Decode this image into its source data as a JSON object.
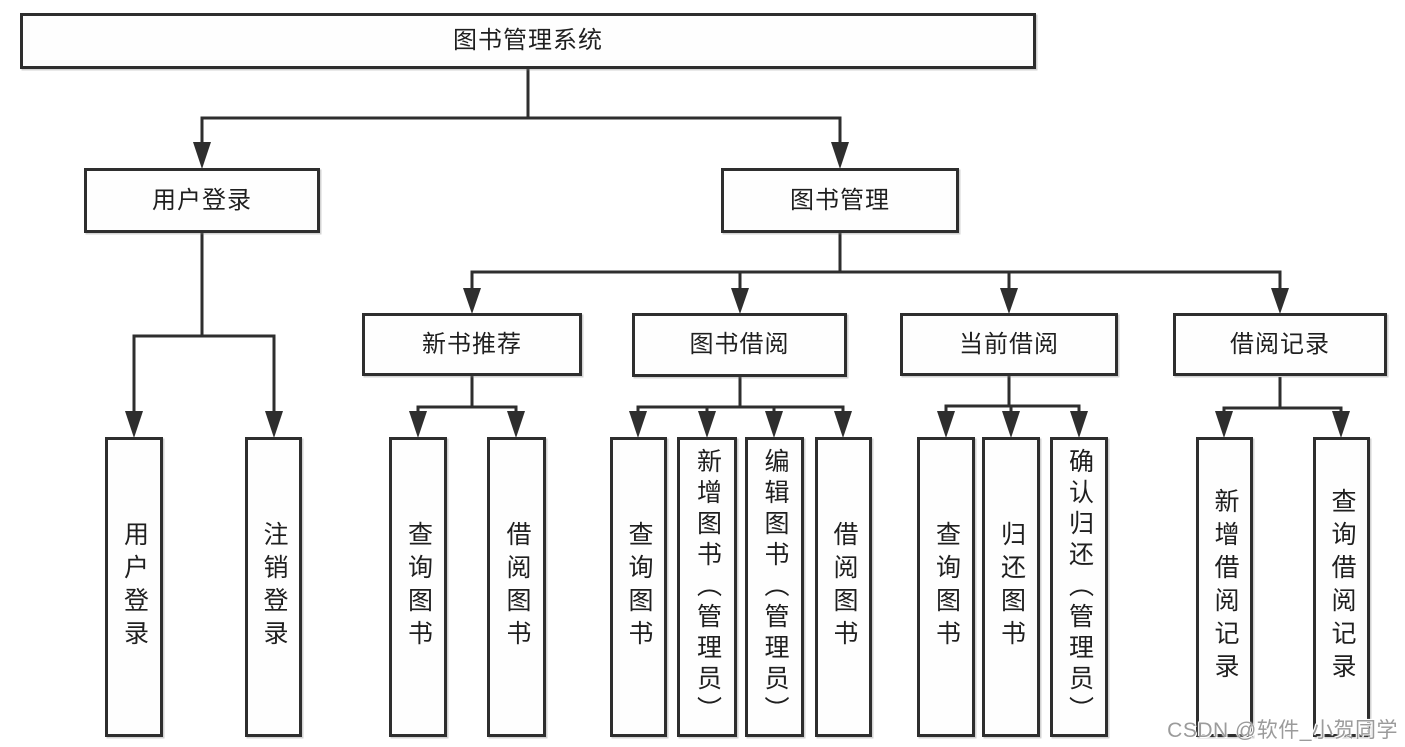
{
  "nodes": {
    "root": "图书管理系统",
    "user_login": "用户登录",
    "book_management": "图书管理",
    "new_book_recommendation": "新书推荐",
    "book_borrowing": "图书借阅",
    "current_borrowing": "当前借阅",
    "borrowing_records": "借阅记录",
    "leaf_user_login": "用户登录",
    "leaf_logout": "注销登录",
    "leaf_recommend_query_books": "查询图书",
    "leaf_recommend_borrow_books": "借阅图书",
    "leaf_borrow_query_books": "查询图书",
    "leaf_borrow_add_books": "新增图书（管理员）",
    "leaf_borrow_edit_books": "编辑图书（管理员）",
    "leaf_borrow_borrow_books": "借阅图书",
    "leaf_current_query_books": "查询图书",
    "leaf_current_return_books": "归还图书",
    "leaf_current_confirm_return": "确认归还（管理员）",
    "leaf_records_add_record": "新增借阅记录",
    "leaf_records_query_record": "查询借阅记录"
  },
  "watermark": "CSDN @软件_小贺同学",
  "colors": {
    "line": "#2e2e2e",
    "box_border": "#2e2e2e",
    "box_background": "#fefefe",
    "text": "#1f1f1f",
    "watermark": "#9b9b9b",
    "background": "#ffffff"
  }
}
